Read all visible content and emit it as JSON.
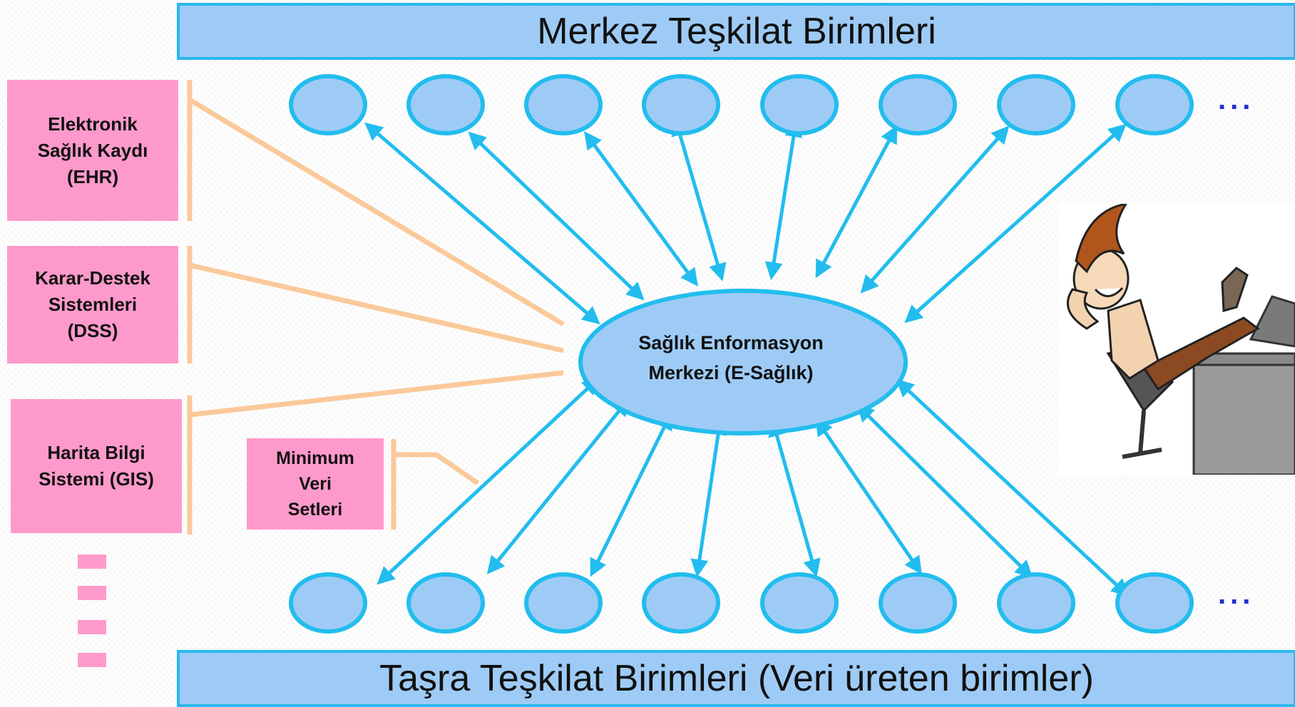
{
  "diagram": {
    "top_banner": "Merkez Teşkilat Birimleri",
    "bottom_banner": "Taşra Teşkilat Birimleri (Veri üreten birimler)",
    "center": {
      "line1": "Sağlık Enformasyon",
      "line2": "Merkezi (E-Sağlık)"
    },
    "side_boxes": [
      {
        "line1": "Elektronik",
        "line2": "Sağlık Kaydı",
        "line3": "(EHR)"
      },
      {
        "line1": "Karar-Destek",
        "line2": "Sistemleri",
        "line3": "(DSS)"
      },
      {
        "line1": "Harita Bilgi",
        "line2": "Sistemi (GIS)",
        "line3": ""
      },
      {
        "line1": "Minimum",
        "line2": "Veri",
        "line3": "Setleri"
      }
    ],
    "ellipsis_top": "...",
    "ellipsis_bottom": "...",
    "colors": {
      "banner_fill": "#9ecbf6",
      "banner_border": "#2ab8ee",
      "node_fill": "#9ecbf6",
      "arrow": "#22bdee",
      "pink": "#fe9acb",
      "connector": "#fbc99a",
      "dots": "#1e2fd1"
    },
    "icons": [
      "relaxing-man-at-desk-illustration"
    ]
  }
}
